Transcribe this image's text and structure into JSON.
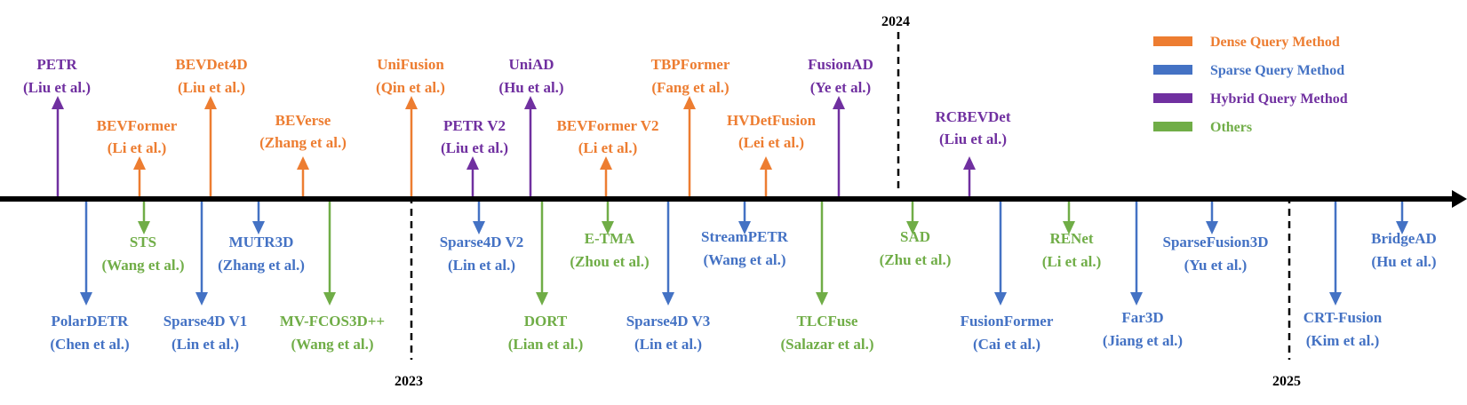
{
  "colors": {
    "dense": "#ED7D31",
    "sparse": "#4472C4",
    "hybrid": "#7030A0",
    "others": "#70AD47",
    "axis": "#000000"
  },
  "legend": [
    {
      "key": "dense",
      "label": "Dense Query Method"
    },
    {
      "key": "sparse",
      "label": "Sparse Query Method"
    },
    {
      "key": "hybrid",
      "label": "Hybrid Query Method"
    },
    {
      "key": "others",
      "label": "Others"
    }
  ],
  "years": [
    "2023",
    "2024",
    "2025"
  ],
  "methods": [
    {
      "name": "PETR",
      "authors": "(Liu et al.)",
      "category": "hybrid",
      "side": "above",
      "tier": "high"
    },
    {
      "name": "PolarDETR",
      "authors": "(Chen et al.)",
      "category": "sparse",
      "side": "below",
      "tier": "low"
    },
    {
      "name": "BEVFormer",
      "authors": "(Li et al.)",
      "category": "dense",
      "side": "above",
      "tier": "mid"
    },
    {
      "name": "STS",
      "authors": "(Wang et al.)",
      "category": "others",
      "side": "below",
      "tier": "mid"
    },
    {
      "name": "Sparse4D V1",
      "authors": "(Lin et al.)",
      "category": "sparse",
      "side": "below",
      "tier": "low"
    },
    {
      "name": "BEVDet4D",
      "authors": "(Liu et al.)",
      "category": "dense",
      "side": "above",
      "tier": "high"
    },
    {
      "name": "MUTR3D",
      "authors": "(Zhang et al.)",
      "category": "sparse",
      "side": "below",
      "tier": "mid"
    },
    {
      "name": "BEVerse",
      "authors": "(Zhang et al.)",
      "category": "dense",
      "side": "above",
      "tier": "mid"
    },
    {
      "name": "MV-FCOS3D++",
      "authors": "(Wang et al.)",
      "category": "others",
      "side": "below",
      "tier": "low"
    },
    {
      "name": "UniFusion",
      "authors": "(Qin et al.)",
      "category": "dense",
      "side": "above",
      "tier": "high"
    },
    {
      "name": "PETR V2",
      "authors": "(Liu et al.)",
      "category": "hybrid",
      "side": "above",
      "tier": "mid"
    },
    {
      "name": "Sparse4D V2",
      "authors": "(Lin et al.)",
      "category": "sparse",
      "side": "below",
      "tier": "mid"
    },
    {
      "name": "UniAD",
      "authors": "(Hu et al.)",
      "category": "hybrid",
      "side": "above",
      "tier": "high"
    },
    {
      "name": "DORT",
      "authors": "(Lian et al.)",
      "category": "others",
      "side": "below",
      "tier": "low"
    },
    {
      "name": "BEVFormer V2",
      "authors": "(Li et al.)",
      "category": "dense",
      "side": "above",
      "tier": "mid"
    },
    {
      "name": "E-TMA",
      "authors": "(Zhou et al.)",
      "category": "others",
      "side": "below",
      "tier": "mid"
    },
    {
      "name": "TBPFormer",
      "authors": "(Fang et al.)",
      "category": "dense",
      "side": "above",
      "tier": "high"
    },
    {
      "name": "Sparse4D V3",
      "authors": "(Lin et al.)",
      "category": "sparse",
      "side": "below",
      "tier": "low"
    },
    {
      "name": "StreamPETR",
      "authors": "(Wang et al.)",
      "category": "sparse",
      "side": "below",
      "tier": "mid"
    },
    {
      "name": "HVDetFusion",
      "authors": "(Lei et al.)",
      "category": "dense",
      "side": "above",
      "tier": "mid"
    },
    {
      "name": "TLCFuse",
      "authors": "(Salazar et al.)",
      "category": "others",
      "side": "below",
      "tier": "low"
    },
    {
      "name": "FusionAD",
      "authors": "(Ye et al.)",
      "category": "hybrid",
      "side": "above",
      "tier": "high"
    },
    {
      "name": "SAD",
      "authors": "(Zhu et al.)",
      "category": "others",
      "side": "below",
      "tier": "mid"
    },
    {
      "name": "RCBEVDet",
      "authors": "(Liu et al.)",
      "category": "hybrid",
      "side": "above",
      "tier": "mid"
    },
    {
      "name": "FusionFormer",
      "authors": "(Cai et al.)",
      "category": "sparse",
      "side": "below",
      "tier": "low"
    },
    {
      "name": "RENet",
      "authors": "(Li et al.)",
      "category": "others",
      "side": "below",
      "tier": "mid"
    },
    {
      "name": "Far3D",
      "authors": "(Jiang et al.)",
      "category": "sparse",
      "side": "below",
      "tier": "low"
    },
    {
      "name": "SparseFusion3D",
      "authors": "(Yu et al.)",
      "category": "sparse",
      "side": "below",
      "tier": "mid"
    },
    {
      "name": "CRT-Fusion",
      "authors": "(Kim et al.)",
      "category": "sparse",
      "side": "below",
      "tier": "low"
    },
    {
      "name": "BridgeAD",
      "authors": "(Hu et al.)",
      "category": "sparse",
      "side": "below",
      "tier": "mid"
    }
  ]
}
